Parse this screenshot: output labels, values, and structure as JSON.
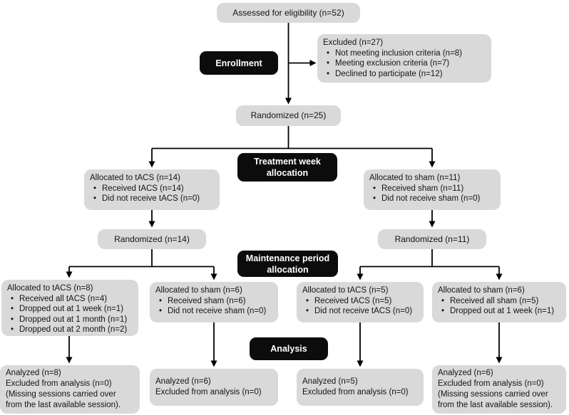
{
  "colors": {
    "background": "#ffffff",
    "node_fill": "#d9d9d9",
    "stage_fill": "#0c0c0c",
    "stage_text": "#ffffff",
    "text": "#141414",
    "line": "#000000"
  },
  "stages": {
    "enrollment": {
      "label": "Enrollment"
    },
    "treatment_week": {
      "label": "Treatment week allocation"
    },
    "maintenance": {
      "label": "Maintenance period allocation"
    },
    "analysis": {
      "label": "Analysis"
    }
  },
  "nodes": {
    "assessed": {
      "title": "Assessed for eligibility (n=52)"
    },
    "excluded": {
      "title": "Excluded (n=27)",
      "bullets": [
        "Not meeting inclusion criteria (n=8)",
        "Meeting exclusion criteria (n=7)",
        "Declined to participate (n=12)"
      ]
    },
    "randomized_all": {
      "title": "Randomized (n=25)"
    },
    "week_tacs": {
      "title": "Allocated to tACS (n=14)",
      "bullets": [
        "Received tACS (n=14)",
        "Did not receive tACS (n=0)"
      ]
    },
    "week_sham": {
      "title": "Allocated to sham (n=11)",
      "bullets": [
        "Received sham (n=11)",
        "Did not receive sham (n=0)"
      ]
    },
    "randomized_tacs": {
      "title": "Randomized (n=14)"
    },
    "randomized_sham": {
      "title": "Randomized (n=11)"
    },
    "maint_tacs_tacs": {
      "title": "Allocated to tACS (n=8)",
      "bullets": [
        "Received all tACS (n=4)",
        "Dropped out at 1 week (n=1)",
        "Dropped out at 1 month (n=1)",
        "Dropped out at 2 month (n=2)"
      ]
    },
    "maint_tacs_sham": {
      "title": "Allocated to sham (n=6)",
      "bullets": [
        "Received sham (n=6)",
        "Did not receive sham (n=0)"
      ]
    },
    "maint_sham_tacs": {
      "title": "Allocated to tACS (n=5)",
      "bullets": [
        "Received tACS (n=5)",
        "Did not receive tACS (n=0)"
      ]
    },
    "maint_sham_sham": {
      "title": "Allocated to sham (n=6)",
      "bullets": [
        "Received all sham (n=5)",
        "Dropped out at 1 week (n=1)"
      ]
    },
    "analyzed_tacs_tacs": {
      "lines": [
        "Analyzed (n=8)",
        "Excluded from analysis (n=0)",
        "(Missing sessions carried over from the last available session)."
      ]
    },
    "analyzed_tacs_sham": {
      "lines": [
        "Analyzed (n=6)",
        "Excluded from analysis (n=0)"
      ]
    },
    "analyzed_sham_tacs": {
      "lines": [
        "Analyzed (n=5)",
        "Excluded from analysis (n=0)"
      ]
    },
    "analyzed_sham_sham": {
      "lines": [
        "Analyzed (n=6)",
        "Excluded from analysis (n=0)",
        "(Missing sessions carried over from the last available session)."
      ]
    }
  }
}
